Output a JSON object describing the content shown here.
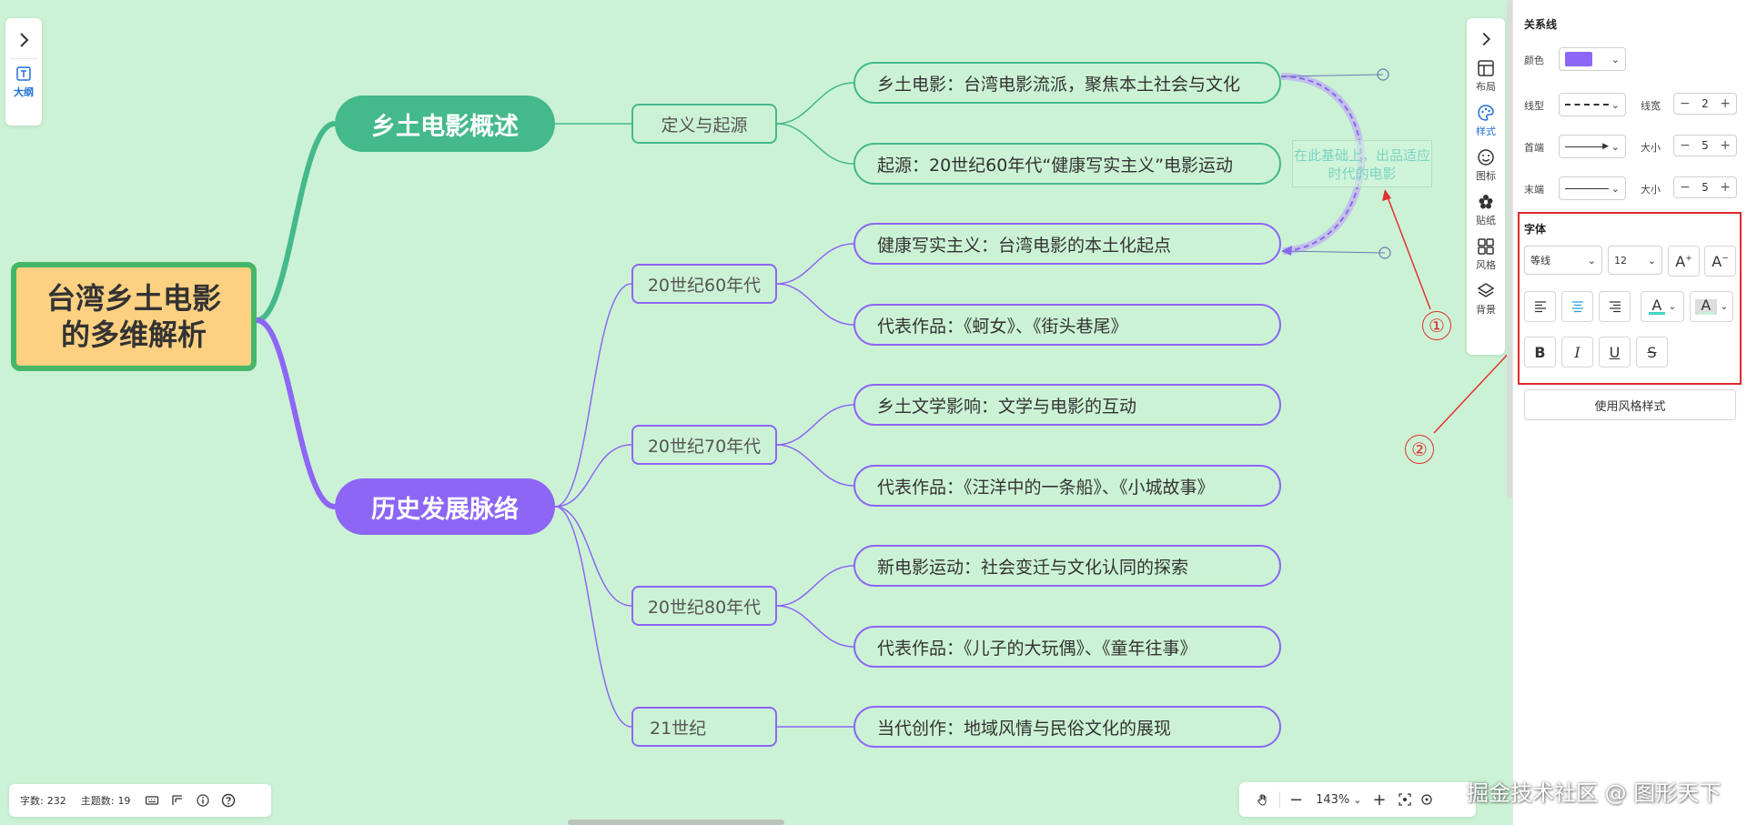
{
  "mindmap": {
    "root": "台湾乡土电影的多维解析",
    "branches": [
      {
        "label": "乡土电影概述",
        "color": "#44b98b",
        "subs": [
          {
            "label": "定义与起源",
            "leaves": [
              "乡土电影：台湾电影流派，聚焦本土社会与文化",
              "起源：20世纪60年代“健康写实主义”电影运动"
            ]
          }
        ]
      },
      {
        "label": "历史发展脉络",
        "color": "#8d66f5",
        "subs": [
          {
            "label": "20世纪60年代",
            "leaves": [
              "健康写实主义：台湾电影的本土化起点",
              "代表作品：《蚵女》、《街头巷尾》"
            ]
          },
          {
            "label": "20世纪70年代",
            "leaves": [
              "乡土文学影响：文学与电影的互动",
              "代表作品：《汪洋中的一条船》、《小城故事》"
            ]
          },
          {
            "label": "20世纪80年代",
            "leaves": [
              "新电影运动：社会变迁与文化认同的探索",
              "代表作品：《儿子的大玩偶》、《童年往事》"
            ]
          },
          {
            "label": "21世纪",
            "leaves": [
              "当代创作：地域风情与民俗文化的展现"
            ]
          }
        ]
      }
    ],
    "relation_label": "在此基础上，出品适应时代的电影",
    "relation_color": "#8d66f5",
    "callouts": [
      "①",
      "②"
    ]
  },
  "left_panel": {
    "outline_label": "大纲"
  },
  "toolbar": {
    "items": [
      {
        "id": "layout",
        "label": "布局",
        "icon": "layout-icon"
      },
      {
        "id": "style",
        "label": "样式",
        "icon": "palette-icon",
        "active": true
      },
      {
        "id": "icon",
        "label": "图标",
        "icon": "smiley-icon"
      },
      {
        "id": "sticker",
        "label": "贴纸",
        "icon": "flower-icon"
      },
      {
        "id": "theme",
        "label": "风格",
        "icon": "grid-icon"
      },
      {
        "id": "background",
        "label": "背景",
        "icon": "layers-icon"
      }
    ]
  },
  "side_panel": {
    "relation_title": "关系线",
    "color_label": "颜色",
    "color_value": "#8d66f5",
    "line_type_label": "线型",
    "line_width_label": "线宽",
    "line_width_value": "2",
    "start_label": "首端",
    "start_size_label": "大小",
    "start_size_value": "5",
    "end_label": "末端",
    "end_size_label": "大小",
    "end_size_value": "5",
    "font_title": "字体",
    "font_family": "等线",
    "font_size": "12",
    "style_button": "使用风格样式"
  },
  "status": {
    "word_count_label": "字数:",
    "word_count": "232",
    "topic_count_label": "主题数:",
    "topic_count": "19"
  },
  "zoom": {
    "value": "143%"
  },
  "watermark": "掘金技术社区 @ 图形天下"
}
